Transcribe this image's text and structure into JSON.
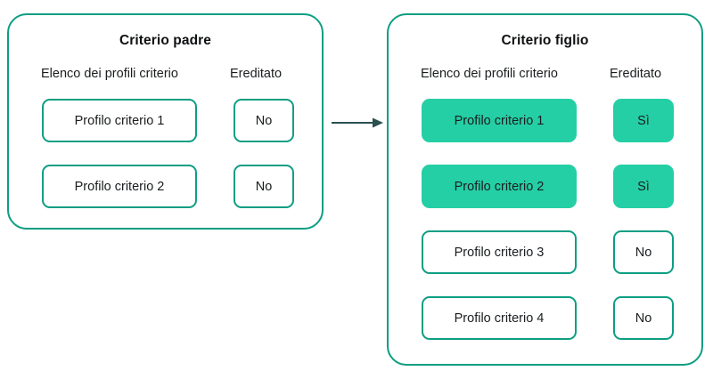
{
  "colors": {
    "accent_border": "#0d9e83",
    "accent_fill": "#25cfa5",
    "arrow": "#2a5150",
    "text": "#1a1d1f",
    "background": "#ffffff"
  },
  "panels": [
    {
      "key": "parent",
      "title": "Criterio padre",
      "headers": {
        "profiles": "Elenco dei profili criterio",
        "inherited": "Ereditato"
      },
      "rows": [
        {
          "profile": "Profilo criterio 1",
          "inherited": "No",
          "highlighted": false
        },
        {
          "profile": "Profilo criterio 2",
          "inherited": "No",
          "highlighted": false
        }
      ]
    },
    {
      "key": "child",
      "title": "Criterio figlio",
      "headers": {
        "profiles": "Elenco dei profili criterio",
        "inherited": "Ereditato"
      },
      "rows": [
        {
          "profile": "Profilo criterio 1",
          "inherited": "Sì",
          "highlighted": true
        },
        {
          "profile": "Profilo criterio 2",
          "inherited": "Sì",
          "highlighted": true
        },
        {
          "profile": "Profilo criterio 3",
          "inherited": "No",
          "highlighted": false
        },
        {
          "profile": "Profilo criterio 4",
          "inherited": "No",
          "highlighted": false
        }
      ]
    }
  ],
  "connector": {
    "icon": "arrow-right-icon",
    "direction": "right",
    "from": "parent",
    "to": "child"
  }
}
